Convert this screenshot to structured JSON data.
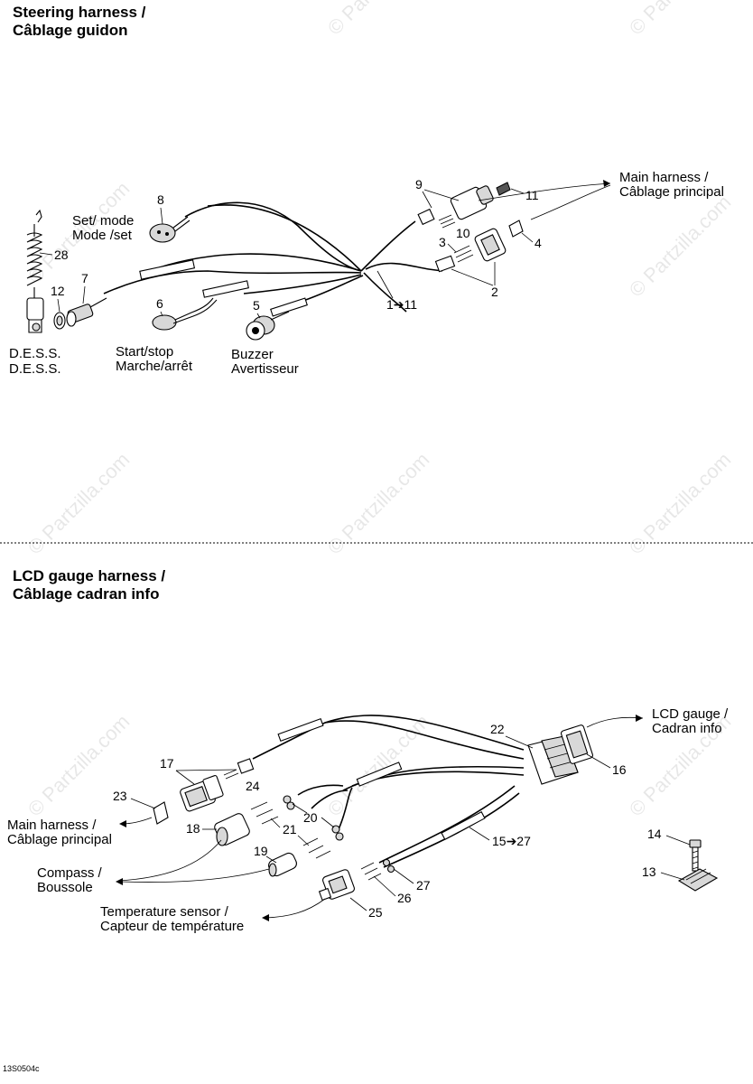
{
  "sections": {
    "steering": {
      "title_line1": "Steering harness /",
      "title_line2": "Câblage guidon"
    },
    "lcd": {
      "title_line1": "LCD gauge harness /",
      "title_line2": "Câblage cadran info"
    }
  },
  "steering_labels": {
    "set_mode_en": "Set/ mode",
    "set_mode_fr": "Mode /set",
    "dess_en": "D.E.S.S.",
    "dess_fr": "D.E.S.S.",
    "start_stop_en": "Start/stop",
    "start_stop_fr": "Marche/arrêt",
    "buzzer_en": "Buzzer",
    "buzzer_fr": "Avertisseur",
    "main_harness_en": "Main harness   /",
    "main_harness_fr": "Câblage principal"
  },
  "steering_callouts": {
    "n8": "8",
    "n28": "28",
    "n12": "12",
    "n7": "7",
    "n6": "6",
    "n5": "5",
    "n9": "9",
    "n11": "11",
    "n10": "10",
    "n3": "3",
    "n4": "4",
    "n2": "2",
    "n1_11": "1➔11"
  },
  "lcd_labels": {
    "lcd_gauge_en": "LCD gauge /",
    "lcd_gauge_fr": "Cadran info",
    "main_harness_en": "Main harness /",
    "main_harness_fr": "Câblage principal",
    "compass_en": "Compass /",
    "compass_fr": "Boussole",
    "temp_en": "Temperature sensor /",
    "temp_fr": "Capteur de température"
  },
  "lcd_callouts": {
    "n22": "22",
    "n16": "16",
    "n17": "17",
    "n24": "24",
    "n23": "23",
    "n18": "18",
    "n20": "20",
    "n21": "21",
    "n19": "19",
    "n15_27": "15➔27",
    "n27": "27",
    "n26": "26",
    "n25": "25",
    "n14": "14",
    "n13": "13"
  },
  "watermark": {
    "text": "© Partzilla.com"
  },
  "footer": {
    "code": "13S0504c"
  }
}
